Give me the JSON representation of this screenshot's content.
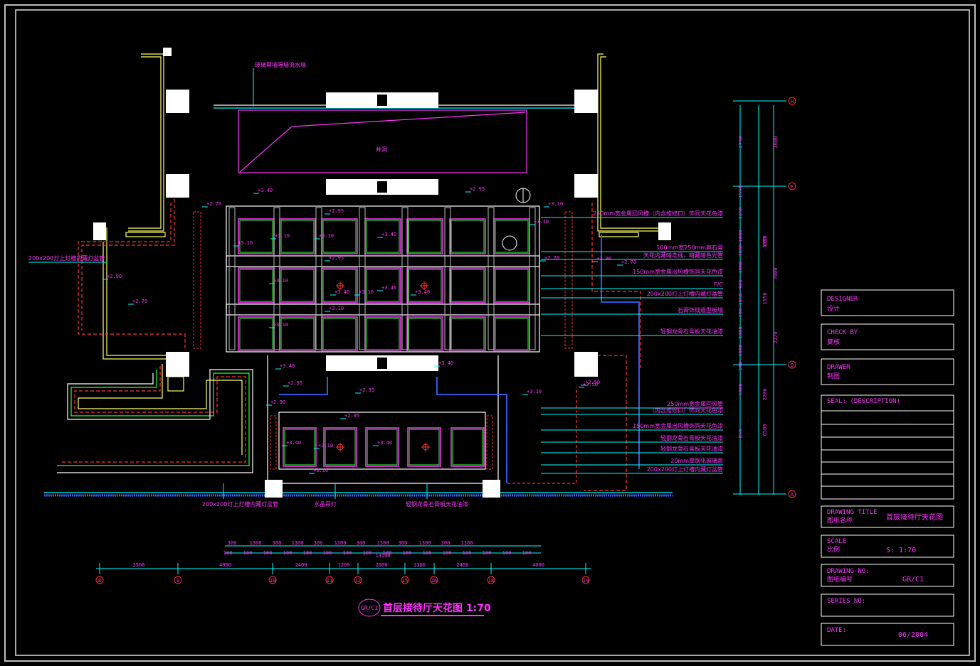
{
  "colors": {
    "background": "#000000",
    "frame": "#cfcfcf",
    "wall": "#ffff66",
    "cyan": "#00ffff",
    "magenta": "#ff33ff",
    "green": "#33ff33",
    "red": "#ff3030",
    "blue": "#3366ff",
    "white": "#ffffff"
  },
  "drawing": {
    "tag": "GR/C1",
    "title": "首层接待厅天花图 1:70",
    "shaft_label": "井洞",
    "top_note": "玻璃幕墙隔墙流水墙",
    "left_note": "200x200灯上灯槽内藏灯盆管",
    "bottom_labels": [
      "200x200灯上灯槽内藏灯盆管",
      "水晶吊灯",
      "轻钢龙骨石膏板天花油漆"
    ],
    "right_notes": [
      "250mm宽金属回风槽（内含维修口）饰同天花色漆",
      "100mm宽250mm高石膏",
      "天花内藏暗走线，暗藏暗色光管",
      "150mm宽金属出风槽饰同天花色漆",
      "F/C",
      "200x200灯上灯槽内藏灯盆管",
      "石膏饰线造型板墙",
      "轻钢龙骨石膏板天花油漆",
      "250mm宽金属回风管",
      "（内含维修口）饰同天花色漆",
      "150mm宽金属出风槽饰同天花色漆",
      "轻钢龙骨石膏板天花油漆",
      "轻钢龙骨石膏板天花油漆",
      "20mm厚钢化玻璃面",
      "200x200灯上灯槽内藏灯盆管"
    ],
    "levels": [
      "+3.40",
      "+2.70",
      "+2.95",
      "+3.10",
      "+3.10",
      "+3.10",
      "+2.90",
      "+2.70",
      "+3.10",
      "+3.40",
      "+3.40",
      "+3.40",
      "+3.40",
      "+3.10",
      "+3.10",
      "+3.10",
      "+2.95",
      "+2.95",
      "+3.10",
      "+3.10",
      "+2.70",
      "+2.50",
      "+2.95",
      "+2.90",
      "+2.70",
      "+3.50",
      "+3.10",
      "+3.40",
      "+3.40",
      "+3.10",
      "+2.95",
      "+2.95",
      "+3.40",
      "+3.40",
      "+3.10",
      "+2.90"
    ],
    "grid_bottom": {
      "labels": [
        "8",
        "9",
        "10",
        "11",
        "12",
        "15",
        "16",
        "18",
        "19"
      ],
      "dims": [
        "3500",
        "4000",
        "2400",
        "1200",
        "2000",
        "1300",
        "2400",
        "4000"
      ]
    },
    "grid_top_dims": [
      "300",
      "1300",
      "300",
      "1300",
      "300",
      "1300",
      "300",
      "1300",
      "300",
      "1300",
      "300",
      "1300"
    ],
    "grid_top_sub": [
      "100",
      "100",
      "100",
      "100",
      "100",
      "100",
      "100",
      "100",
      "100",
      "100",
      "100",
      "100",
      "100",
      "100",
      "100",
      "100"
    ],
    "grid_total": "13100",
    "grid_right": {
      "labels": [
        "H",
        "E",
        "D",
        "A"
      ],
      "dims_a": [
        "2730",
        "1550",
        "1650",
        "1000",
        "1880",
        "1800",
        "900",
        "1850",
        "100",
        "1880",
        "1000",
        "100",
        "1800",
        "850"
      ],
      "dims_b": [
        "3600",
        "7600",
        "2270",
        "1550",
        "1550",
        "2200",
        "6500",
        "600"
      ]
    }
  },
  "title_block": {
    "designer_label": "DESIGNER",
    "designer_cn": "设计",
    "check_label": "CHECK BY",
    "check_cn": "复核",
    "drawer_label": "DRAWER",
    "drawer_cn": "制图",
    "seal_label": "SEAL: (DESCRIPTION)",
    "title_label": "DRAWING TITLE",
    "title_cn": "图纸名称",
    "title_value": "首层接待厅天花图",
    "scale_label": "SCALE",
    "scale_cn": "比例",
    "scale_value": "S:  1:70",
    "no_label": "DRAWING     NO:",
    "no_cn": "图纸编号",
    "no_value": "GR/C1",
    "series_label": "SERIES NO:",
    "date_label": "DATE:",
    "date_value": "06/2004"
  }
}
